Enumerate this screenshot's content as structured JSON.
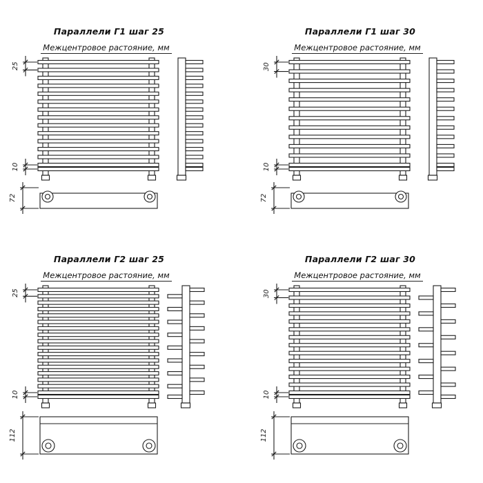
{
  "sheet": {
    "background": "#ffffff",
    "line_color": "#1c1c1c"
  },
  "panels": [
    {
      "title": "Параллели Г1 шаг 25",
      "subtitle": "Межцентровое растояние, мм",
      "variant": "G1",
      "tube_count": 15,
      "step_label": "25",
      "pair_label": "10",
      "collector_label": "72"
    },
    {
      "title": "Параллели Г1 шаг 30",
      "subtitle": "Межцентровое растояние, мм",
      "variant": "G1",
      "tube_count": 13,
      "step_label": "30",
      "pair_label": "10",
      "collector_label": "72"
    },
    {
      "title": "Параллели Г2 шаг 25",
      "subtitle": "Межцентровое растояние, мм",
      "variant": "G2",
      "tube_count": 18,
      "step_label": "25",
      "pair_label": "10",
      "collector_label": "112"
    },
    {
      "title": "Параллели Г2 шаг 30",
      "subtitle": "Межцентровое растояние, мм",
      "variant": "G2",
      "tube_count": 15,
      "step_label": "30",
      "pair_label": "10",
      "collector_label": "112"
    }
  ]
}
